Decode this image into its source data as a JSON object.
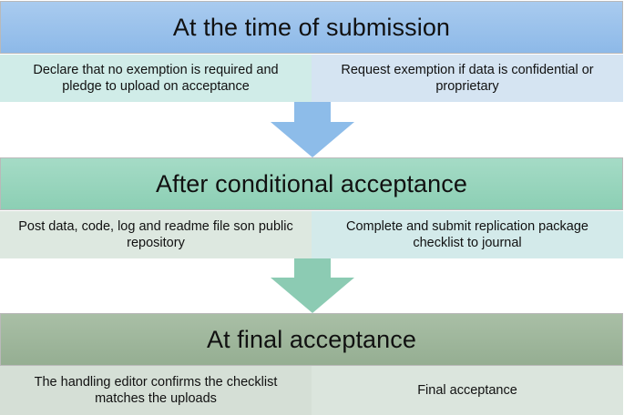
{
  "stages": [
    {
      "title": "At the time of submission",
      "left": "Declare that no exemption is required and pledge to upload on acceptance",
      "right": "Request exemption if data is confidential or proprietary",
      "arrow_color": "#8dbce9"
    },
    {
      "title": "After conditional acceptance",
      "left": "Post data, code, log and readme file son public repository",
      "right": "Complete and submit replication package checklist to journal",
      "arrow_color": "#8ccbb3"
    },
    {
      "title": "At final acceptance",
      "left": "The handling editor confirms the checklist matches the uploads",
      "right": "Final acceptance"
    }
  ],
  "colors": {
    "stage1_header": "#9dc3ec",
    "stage2_header": "#98d5bd",
    "stage3_header": "#a0b79d"
  }
}
